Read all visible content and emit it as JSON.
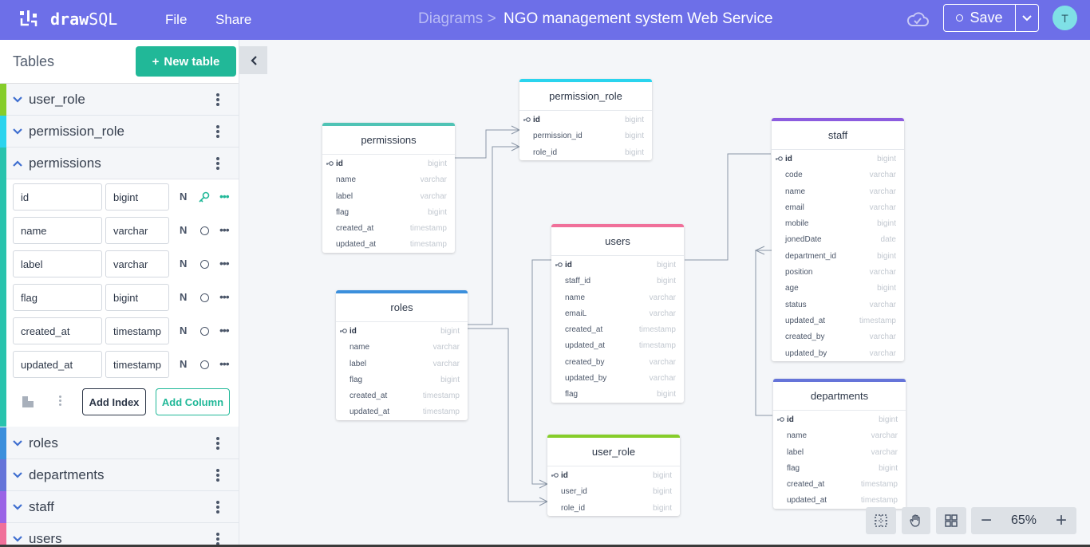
{
  "app": {
    "brand_bold": "draw",
    "brand_rest": "SQL",
    "menu_file": "File",
    "menu_share": "Share"
  },
  "breadcrumb": {
    "parent": "Diagrams",
    "separator": ">",
    "current": "NGO management system Web Service"
  },
  "save": {
    "label": "Save"
  },
  "user": {
    "initial": "T"
  },
  "sidebar": {
    "title": "Tables",
    "new_table": "New table",
    "add_index": "Add Index",
    "add_column": "Add Column",
    "tables_top": [
      {
        "name": "user_role",
        "color": "#86cd2a"
      },
      {
        "name": "permission_role",
        "color": "#2ad4ee"
      }
    ],
    "expanded": {
      "name": "permissions",
      "color": "#28c3ad"
    },
    "columns": [
      {
        "name": "id",
        "type": "bigint",
        "null": "N",
        "key": true
      },
      {
        "name": "name",
        "type": "varchar",
        "null": "N",
        "key": false
      },
      {
        "name": "label",
        "type": "varchar",
        "null": "N",
        "key": false
      },
      {
        "name": "flag",
        "type": "bigint",
        "null": "N",
        "key": false
      },
      {
        "name": "created_at",
        "type": "timestamp",
        "null": "N",
        "key": false
      },
      {
        "name": "updated_at",
        "type": "timestamp",
        "null": "N",
        "key": false
      }
    ],
    "tables_bottom": [
      {
        "name": "roles",
        "color": "#3b8fdc"
      },
      {
        "name": "departments",
        "color": "#6574d9"
      },
      {
        "name": "staff",
        "color": "#9a63e6"
      },
      {
        "name": "users",
        "color": "#f0709a"
      }
    ]
  },
  "diagram": {
    "tables": [
      {
        "name": "permission_role",
        "color": "#2ad4ee",
        "columns": [
          [
            "id",
            "bigint"
          ],
          [
            "permission_id",
            "bigint"
          ],
          [
            "role_id",
            "bigint"
          ]
        ]
      },
      {
        "name": "permissions",
        "color": "#4fc3b5",
        "columns": [
          [
            "id",
            "bigint"
          ],
          [
            "name",
            "varchar"
          ],
          [
            "label",
            "varchar"
          ],
          [
            "flag",
            "bigint"
          ],
          [
            "created_at",
            "timestamp"
          ],
          [
            "updated_at",
            "timestamp"
          ]
        ]
      },
      {
        "name": "staff",
        "color": "#8c5cdf",
        "columns": [
          [
            "id",
            "bigint"
          ],
          [
            "code",
            "varchar"
          ],
          [
            "name",
            "varchar"
          ],
          [
            "email",
            "varchar"
          ],
          [
            "mobile",
            "bigint"
          ],
          [
            "jonedDate",
            "date"
          ],
          [
            "department_id",
            "bigint"
          ],
          [
            "position",
            "varchar"
          ],
          [
            "age",
            "bigint"
          ],
          [
            "status",
            "varchar"
          ],
          [
            "updated_at",
            "timestamp"
          ],
          [
            "created_by",
            "varchar"
          ],
          [
            "updated_by",
            "varchar"
          ]
        ]
      },
      {
        "name": "users",
        "color": "#f0709a",
        "columns": [
          [
            "id",
            "bigint"
          ],
          [
            "staff_id",
            "bigint"
          ],
          [
            "name",
            "varchar"
          ],
          [
            "emaiL",
            "varchar"
          ],
          [
            "created_at",
            "timestamp"
          ],
          [
            "updated_at",
            "timestamp"
          ],
          [
            "created_by",
            "varchar"
          ],
          [
            "updated_by",
            "varchar"
          ],
          [
            "flag",
            "bigint"
          ]
        ]
      },
      {
        "name": "roles",
        "color": "#3b8fdc",
        "columns": [
          [
            "id",
            "bigint"
          ],
          [
            "name",
            "varchar"
          ],
          [
            "label",
            "varchar"
          ],
          [
            "flag",
            "bigint"
          ],
          [
            "created_at",
            "timestamp"
          ],
          [
            "updated_at",
            "timestamp"
          ]
        ]
      },
      {
        "name": "user_role",
        "color": "#86cd2a",
        "columns": [
          [
            "id",
            "bigint"
          ],
          [
            "user_id",
            "bigint"
          ],
          [
            "role_id",
            "bigint"
          ]
        ]
      },
      {
        "name": "departments",
        "color": "#6574d9",
        "columns": [
          [
            "id",
            "bigint"
          ],
          [
            "name",
            "varchar"
          ],
          [
            "label",
            "varchar"
          ],
          [
            "flag",
            "bigint"
          ],
          [
            "created_at",
            "timestamp"
          ],
          [
            "updated_at",
            "timestamp"
          ]
        ]
      }
    ]
  },
  "zoom": {
    "level": "65%"
  }
}
